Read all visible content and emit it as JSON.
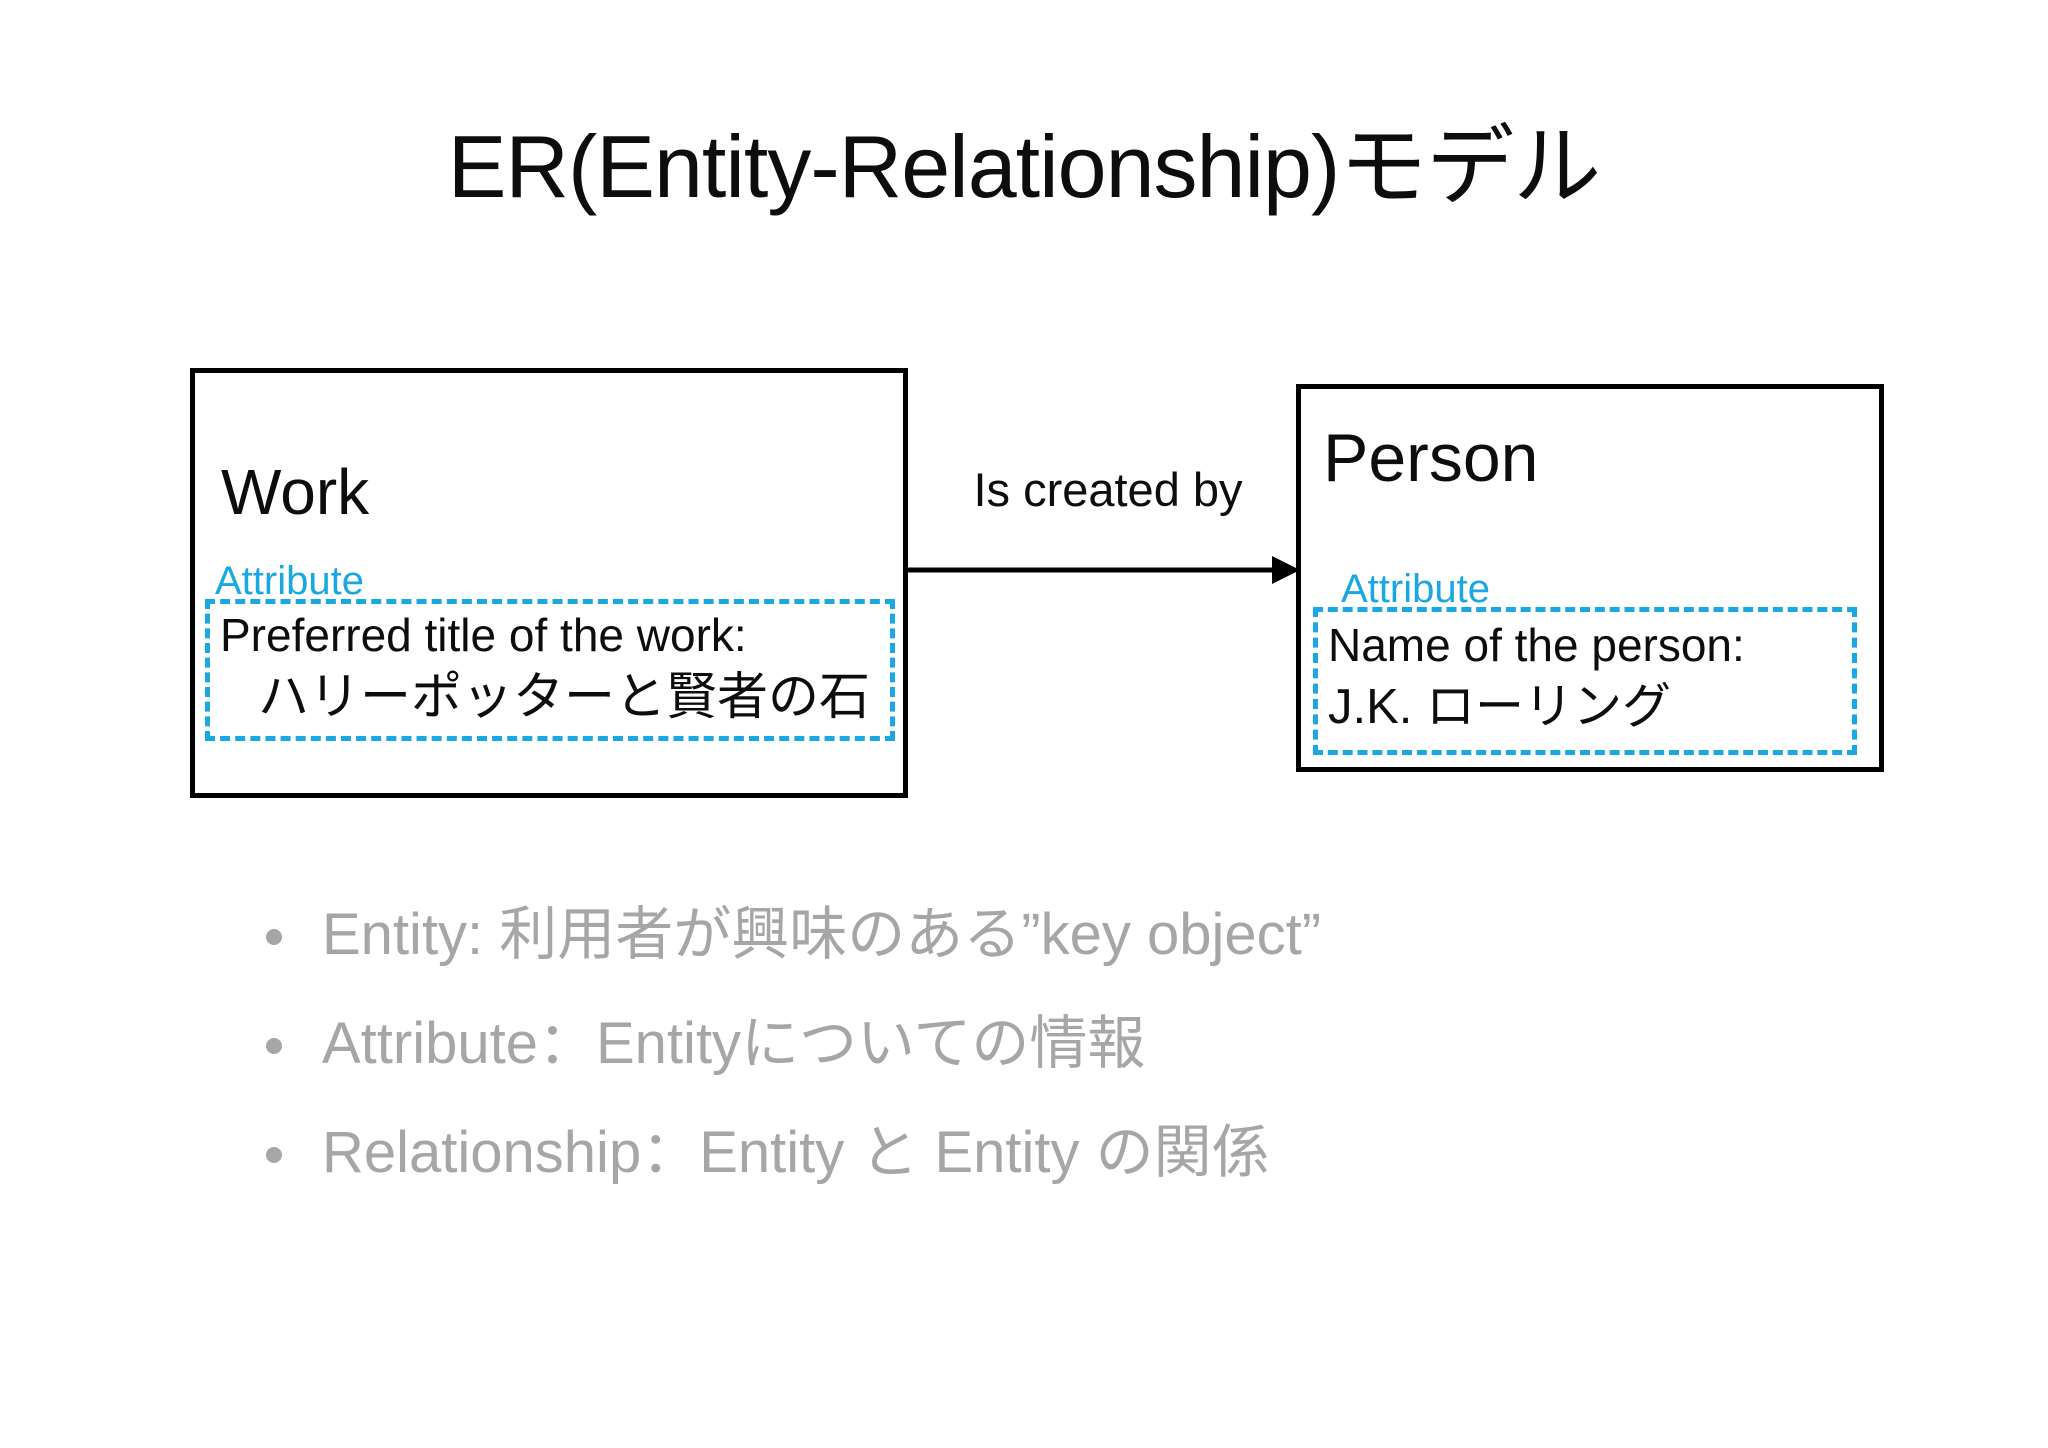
{
  "slide": {
    "title": "ER(Entity-Relationship)モデル",
    "background_color": "#ffffff",
    "accent_color": "#1BA7E1",
    "bullet_text_color": "#A6A6A6",
    "text_color": "#0d0d0d"
  },
  "diagram": {
    "work": {
      "name": "Work",
      "attribute_label": "Attribute",
      "attribute_name": "Preferred title of the work:",
      "attribute_value": "ハリーポッターと賢者の石"
    },
    "person": {
      "name": "Person",
      "attribute_label": "Attribute",
      "attribute_name": "Name of the person:",
      "attribute_value": "J.K. ローリング"
    },
    "relationship_label": "Is created by"
  },
  "bullets": [
    {
      "text": "Entity: 利用者が興味のある”key object”"
    },
    {
      "text": "Attribute：Entityについての情報"
    },
    {
      "text": "Relationship：Entity と Entity の関係"
    }
  ]
}
